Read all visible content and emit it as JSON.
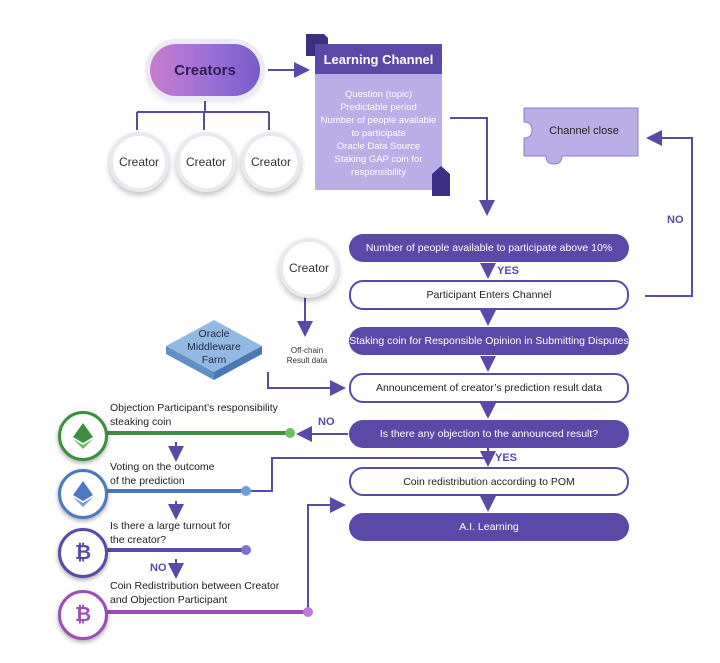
{
  "creators": {
    "title": "Creators",
    "members": [
      "Creator",
      "Creator",
      "Creator"
    ]
  },
  "learning_channel": {
    "title": "Learning Channel",
    "lines": [
      "Question (topic)",
      "Predictable period",
      "Number of people available",
      "to participate",
      "Oracle Data Source",
      "Staking GAP coin for",
      "responsibility"
    ]
  },
  "channel_close": "Channel close",
  "flow": {
    "step1": "Number of people available to participate above 10%",
    "step2": "Participant Enters Channel",
    "step3": "Staking coin for Responsible Opinion in Submitting Disputes",
    "step4": "Announcement of creator’s prediction result data",
    "step5": "Is there any objection to the announced result?",
    "step6": "Coin redistribution according to POM",
    "step7": "A.I. Learning"
  },
  "labels": {
    "yes1": "YES",
    "yes2": "YES",
    "no_right": "NO",
    "no_objection": "NO",
    "no_turnout": "NO"
  },
  "side_creator": "Creator",
  "oracle": {
    "line1": "Oracle",
    "line2": "Middleware",
    "line3": "Farm"
  },
  "offchain": {
    "line1": "Off-chain",
    "line2": "Result data"
  },
  "left_steps": [
    {
      "line1": "Objection Participant’s responsibility",
      "line2": "steaking coin",
      "icon": "ethereum-icon",
      "color": "#3e8e41"
    },
    {
      "line1": "Voting on the outcome",
      "line2": "of the prediction",
      "icon": "ethereum-icon",
      "color": "#4a78c2"
    },
    {
      "line1": "Is there a large turnout for",
      "line2": "the creator?",
      "icon": "bitcoin-icon",
      "color": "#5b49a8"
    },
    {
      "line1": "Coin Redistribution between Creator",
      "line2": "and Objection Participant",
      "icon": "bitcoin-icon",
      "color": "#9a4fb8"
    }
  ],
  "bitcoin_symbol": "₿"
}
